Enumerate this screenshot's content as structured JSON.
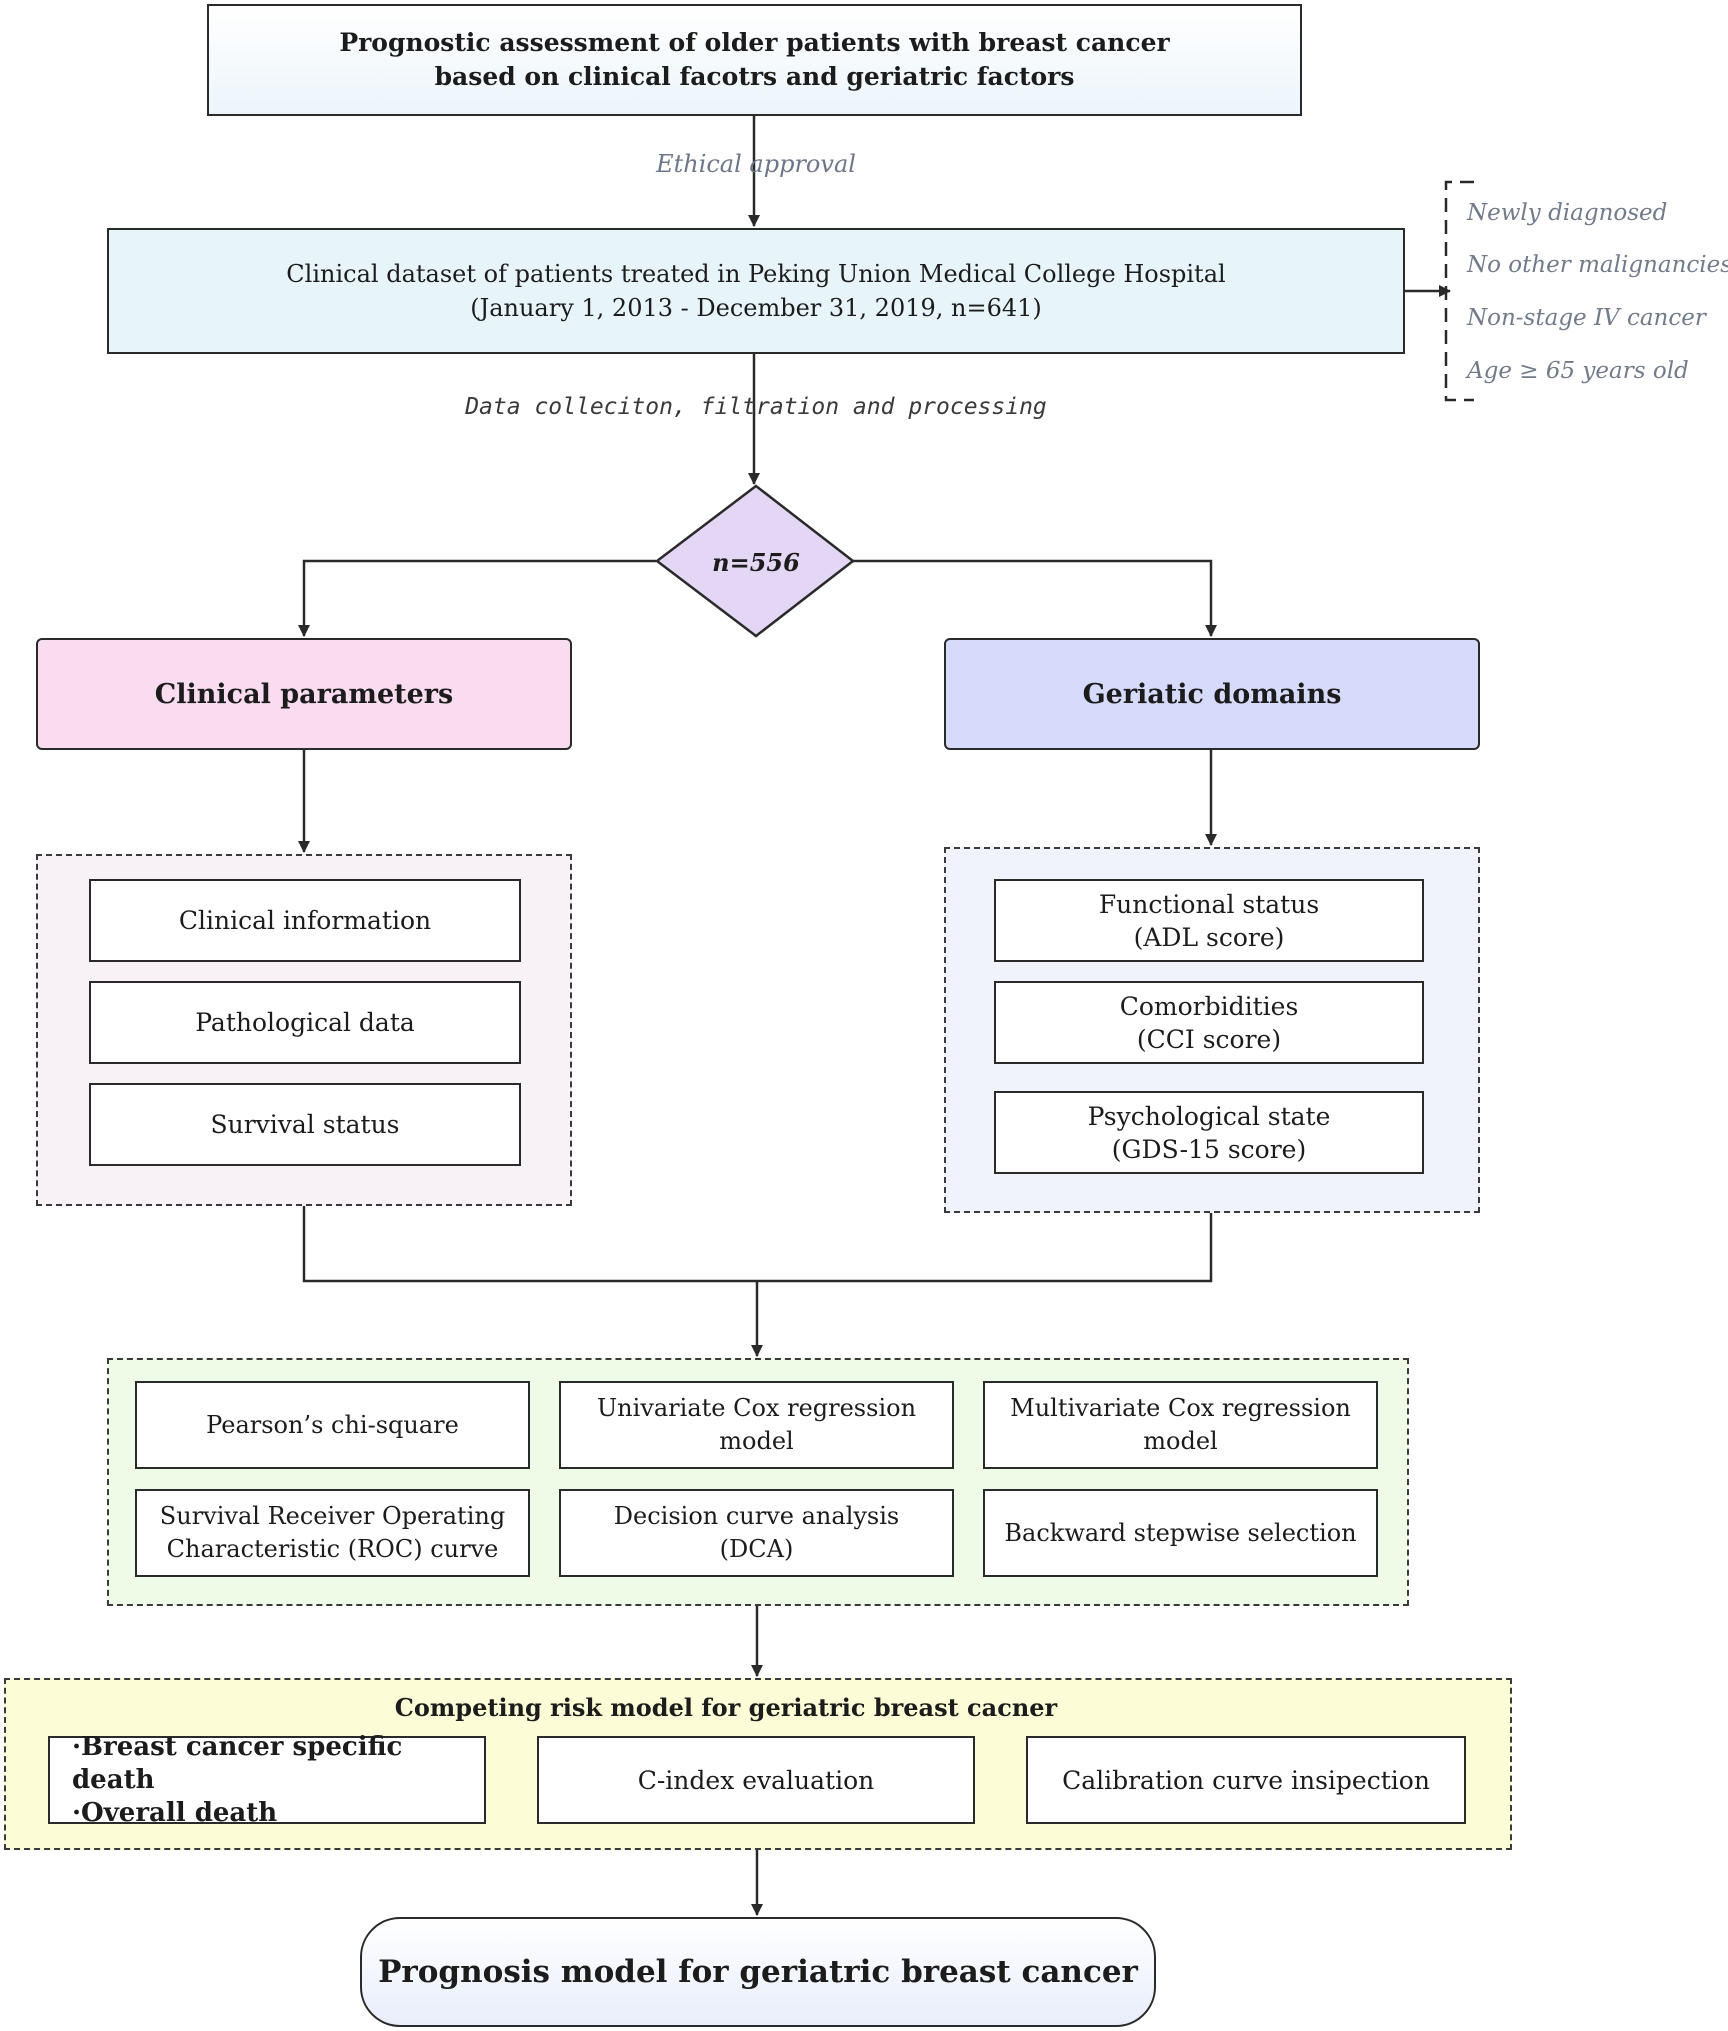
{
  "title_box": {
    "line1": "Prognostic assessment of older patients with breast cancer",
    "line2": "based on clinical facotrs and  geriatric factors"
  },
  "ethical_label": "Ethical approval",
  "dataset_box": {
    "line1": "Clinical dataset of patients treated in Peking Union Medical College Hospital",
    "line2": "(January 1, 2013 - December 31, 2019, n=641)"
  },
  "inclusion_criteria": [
    "Newly diagnosed",
    "No other malignancies",
    "Non-stage IV cancer",
    "Age ≥ 65 years old"
  ],
  "data_label": "Data colleciton, filtration and processing",
  "decision": {
    "label": "n=556"
  },
  "clinical": {
    "heading": "Clinical parameters",
    "items": [
      "Clinical information",
      "Pathological data",
      "Survival status"
    ]
  },
  "geriatric": {
    "heading": "Geriatic domains",
    "items": [
      {
        "line1": "Functional status",
        "line2": "(ADL score)"
      },
      {
        "line1": "Comorbidities",
        "line2": "(CCI score)"
      },
      {
        "line1": "Psychological state",
        "line2": "(GDS-15 score)"
      }
    ]
  },
  "methods": [
    {
      "line1": "Pearson’s chi-square",
      "line2": ""
    },
    {
      "line1": "Univariate Cox regression",
      "line2": "model"
    },
    {
      "line1": "Multivariate Cox regression",
      "line2": "model"
    },
    {
      "line1": "Survival Receiver Operating",
      "line2": "Characteristic (ROC) curve"
    },
    {
      "line1": "Decision curve analysis",
      "line2": "(DCA)"
    },
    {
      "line1": "Backward stepwise selection",
      "line2": ""
    }
  ],
  "competing": {
    "title": "Competing risk model for geriatric breast cacner",
    "outcomes": [
      "·Breast cancer specific death",
      "·Overall death"
    ],
    "cindex": "C-index evaluation",
    "calibration": "Calibration curve insipection"
  },
  "final_box": "Prognosis model for geriatric breast cancer",
  "colors": {
    "title_fill": "#ecf5fb",
    "dataset_fill": "#e7f5fb",
    "decision_fill": "#e4d6f5",
    "clinical_fill": "#f9dcef",
    "geriatric_fill": "#d6dafb",
    "methods_fill": "#eefbe7",
    "competing_fill": "#fcfcd6",
    "criteria_text": "#727b8a"
  }
}
